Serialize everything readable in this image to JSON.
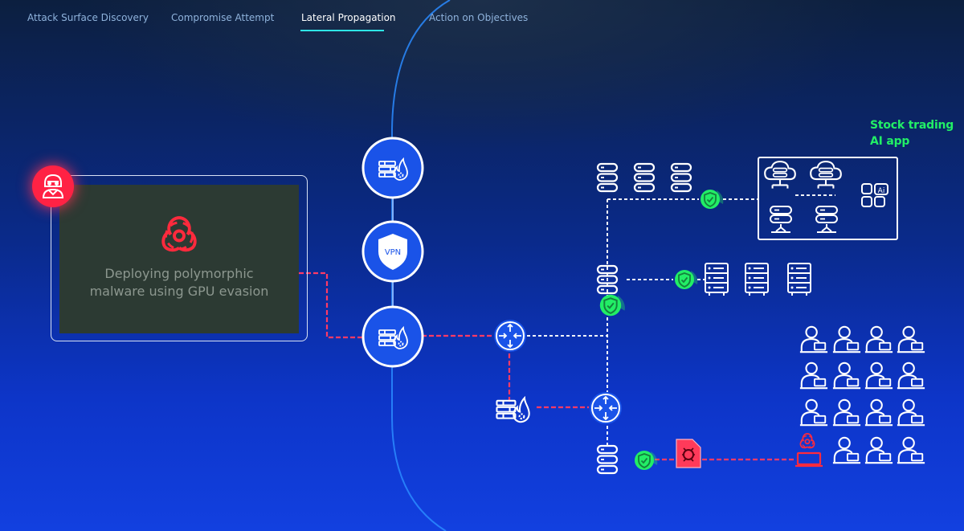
{
  "tabs": {
    "items": [
      {
        "label": "Attack Surface Discovery"
      },
      {
        "label": "Compromise Attempt"
      },
      {
        "label": "Lateral Propagation"
      },
      {
        "label": "Action on Objectives"
      }
    ],
    "active_index": 2
  },
  "attack_card": {
    "message_line1": "Deploying polymorphic",
    "message_line2": "malware using GPU evasion"
  },
  "nodes": {
    "vpn_label": "VPN",
    "ai_label": "Ai",
    "stock_app_label_line1": "Stock trading",
    "stock_app_label_line2": "AI app"
  },
  "colors": {
    "accent_teal": "#2ee6e6",
    "node_blue": "#1a53e8",
    "attack_red": "#ff2244",
    "shield_green": "#22ee66",
    "card_bg": "#2c3a33"
  },
  "icons": {
    "firewall": "firewall-icon",
    "vpn": "vpn-shield-icon",
    "router": "router-icon",
    "server": "server-stack-icon",
    "cloud": "cloud-server-icon",
    "user": "user-workstation-icon",
    "biohazard": "biohazard-icon",
    "malware": "malware-file-icon",
    "hacker": "hacker-icon",
    "protection": "shield-check-icon"
  }
}
